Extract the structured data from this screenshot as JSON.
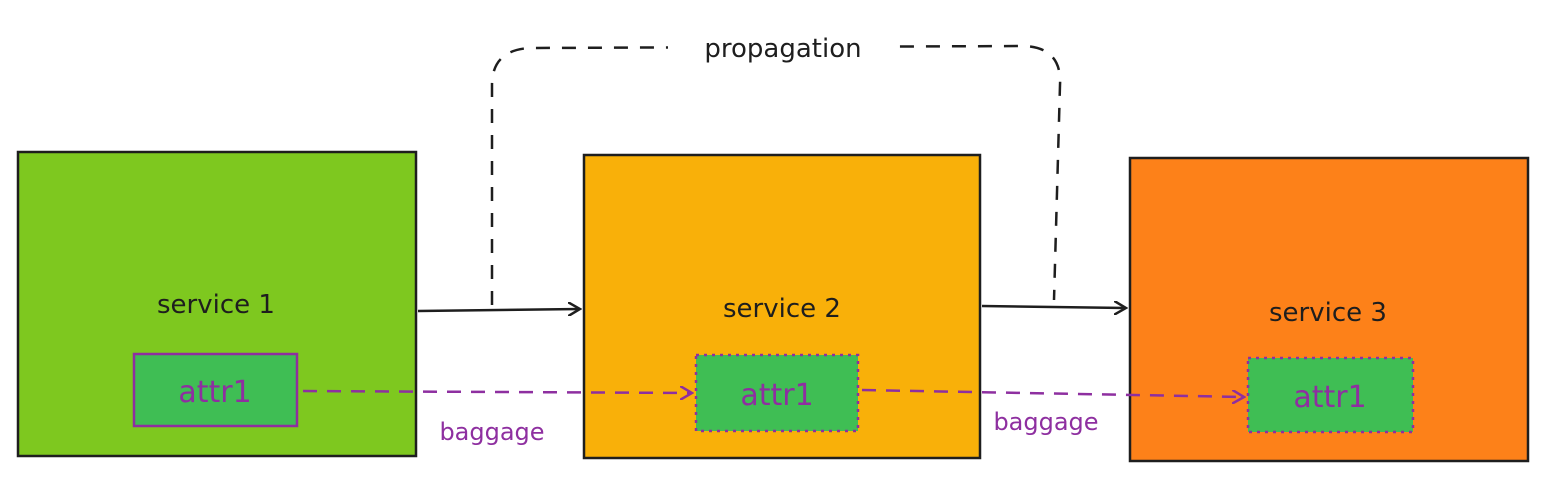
{
  "colors": {
    "service1": "#7ec81f",
    "service2": "#f9b009",
    "service3": "#fd8119",
    "attribute": "#3fbe54",
    "stroke": "#1e1e1e",
    "baggage": "#8e2fa0"
  },
  "services": [
    {
      "label": "service 1",
      "attribute": "attr1"
    },
    {
      "label": "service 2",
      "attribute": "attr1"
    },
    {
      "label": "service 3",
      "attribute": "attr1"
    }
  ],
  "propagation": {
    "label": "propagation"
  },
  "baggage": [
    {
      "label": "baggage"
    },
    {
      "label": "baggage"
    }
  ]
}
